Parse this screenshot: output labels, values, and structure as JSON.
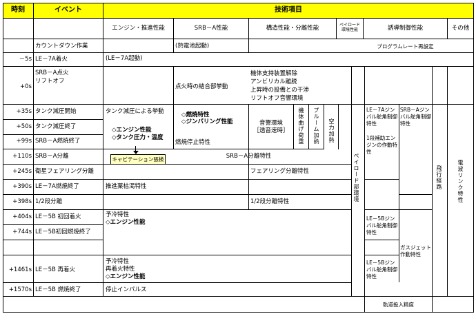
{
  "header": {
    "time": "時刻",
    "event": "イベント",
    "tech": "技術項目"
  },
  "subheaders": {
    "engine": "エンジン・推進性能",
    "srb": "SRB－A性能",
    "structure": "構造性能・分離性能",
    "payload_env_1": "ペイロード",
    "payload_env_2": "環境性能",
    "guidance": "誘導制御性能",
    "other": "その他"
  },
  "rows": [
    {
      "time": "",
      "event": "カウントダウン作業"
    },
    {
      "time": "－5s",
      "event": "LE－7A着火"
    },
    {
      "time": "",
      "event": "SRB－A点火"
    },
    {
      "time": "+0s",
      "event": "リフトオフ"
    },
    {
      "time": "+35s",
      "event": "タンク減圧開始"
    },
    {
      "time": "+50s",
      "event": "タンク減圧終了"
    },
    {
      "time": "+99s",
      "event": "SRB－A燃焼終了"
    },
    {
      "time": "+110s",
      "event": "SRB－A分離"
    },
    {
      "time": "+245s",
      "event": "衛星フェアリング分離"
    },
    {
      "time": "+390s",
      "event": "LE－7A燃焼終了"
    },
    {
      "time": "+398s",
      "event": "1/2段分離"
    },
    {
      "time": "+404s",
      "event": "LE－5B 初回着火"
    },
    {
      "time": "+744s",
      "event": "LE－5B初回燃焼終了"
    },
    {
      "time": "+1461s",
      "event": "LE－5B 再着火"
    },
    {
      "time": "+1570s",
      "event": "LE－5B 燃焼終了"
    }
  ],
  "cells": {
    "le7a_start": "(LE－7A起動)",
    "thermal_battery": "(熱電池起動)",
    "program_rate": "プログラムレート再設定",
    "umbilical_1": "機体支持装置解除",
    "umbilical_2": "アンビリカル離脱",
    "umbilical_3": "上昇時の設備との干渉",
    "umbilical_4": "リフトオフ音響環境",
    "ignition_coupling": "点火時の結合部挙動",
    "tank_depress": "タンク減圧による挙動",
    "engine_perf": "◇エンジン性能",
    "tank_press_temp": "◇タンク圧力・温度",
    "cavitation": "キャビテーション張検",
    "combustion_char": "◇燃焼特性",
    "gimbaling": "◇ジンバリング性能",
    "residual_thrust": "燃焼停止特性",
    "acoustic_1": "音響環境",
    "acoustic_2": "［透音速時］",
    "body_bending": "機体曲げ荷重",
    "plume_heating": "プルーム加熱",
    "aero_heating": "空力加熱",
    "srb_sep": "SRB－A分離特性",
    "fairing_sep": "フェアリング分離特性",
    "thrust_decay": "推進薬枯渇特性",
    "stage_sep": "1/2段分離特性",
    "payload_env": "ペイロード部環境",
    "le7a_gimbal": "LE－7Aジンバル舵角制御特性",
    "first_stage_engine": "1段補助エンジンの作動特性",
    "srb_gimbal": "SRB－Aジンバル舵角制御特性",
    "precool_1": "予冷特性",
    "engine_perf_2": "◇エンジン性能",
    "le5b_gimbal_1": "LE－5Bジンバル舵角制御特性",
    "gas_jet": "ガスジェット作動特性",
    "precool_2": "予冷特性",
    "reignition": "再着火特性",
    "engine_perf_3": "◇エンジン性能",
    "le5b_gimbal_2": "LE－5Bジンバル舵角制御特性",
    "stop_impulse": "停止インパルス",
    "orbit_accuracy": "軌道投入精度",
    "flight_path": "飛行経路",
    "radio_link": "電波リンク特性"
  }
}
